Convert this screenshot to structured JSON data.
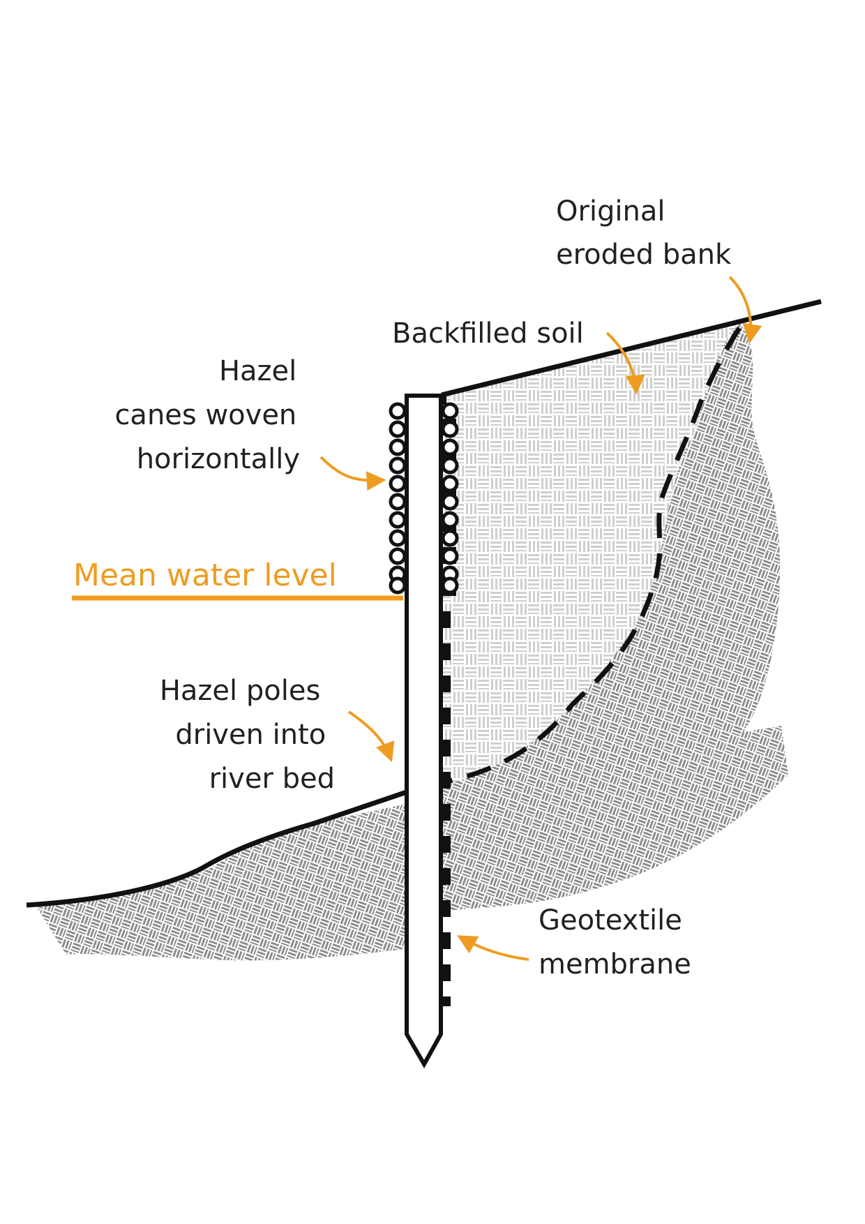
{
  "colors": {
    "accent": "#ee9c21",
    "outline": "#111111",
    "soil_light": "#c9c9c9",
    "soil_dark": "#8c8c8c",
    "text": "#231f20"
  },
  "labels": {
    "original_bank": [
      "Original",
      "eroded bank"
    ],
    "backfilled_soil": [
      "Backfilled soil"
    ],
    "hazel_canes": [
      "Hazel",
      "canes woven",
      "horizontally"
    ],
    "mean_water_level": [
      "Mean water level"
    ],
    "hazel_poles": [
      "Hazel poles",
      "driven into",
      "river bed"
    ],
    "geotextile": [
      "Geotextile",
      "membrane"
    ]
  }
}
